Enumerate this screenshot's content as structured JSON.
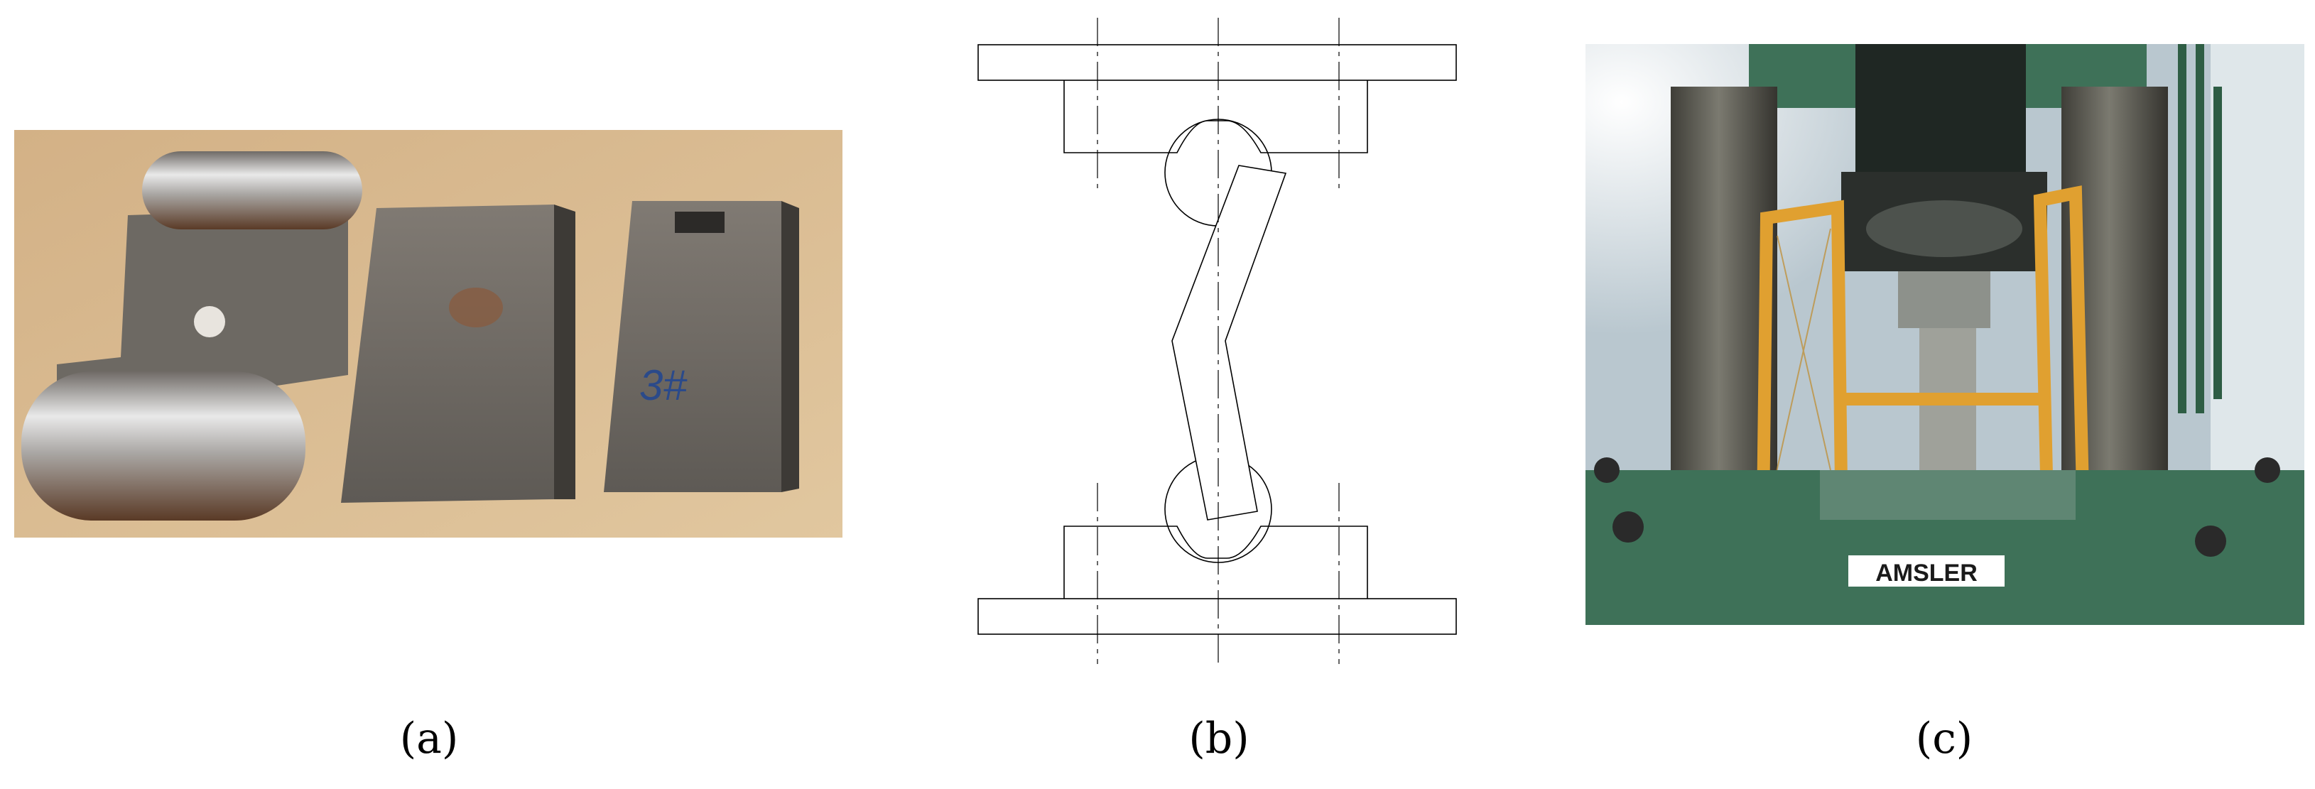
{
  "figure": {
    "panels": [
      {
        "id": "a",
        "caption": "(a)",
        "description_role": "photo-specimens"
      },
      {
        "id": "b",
        "caption": "(b)",
        "description_role": "schematic-test-fixture"
      },
      {
        "id": "c",
        "caption": "(c)",
        "description_role": "photo-test-machine"
      }
    ],
    "specimen_marks": [
      "3#"
    ],
    "machine_brand": "AMSLER"
  },
  "colors": {
    "background": "#ffffff",
    "ink": "#000000",
    "sand": "#d9b98e",
    "steel": "#5e5e5a",
    "machine_green": "#3e7158",
    "guard_orange": "#e0a030"
  }
}
